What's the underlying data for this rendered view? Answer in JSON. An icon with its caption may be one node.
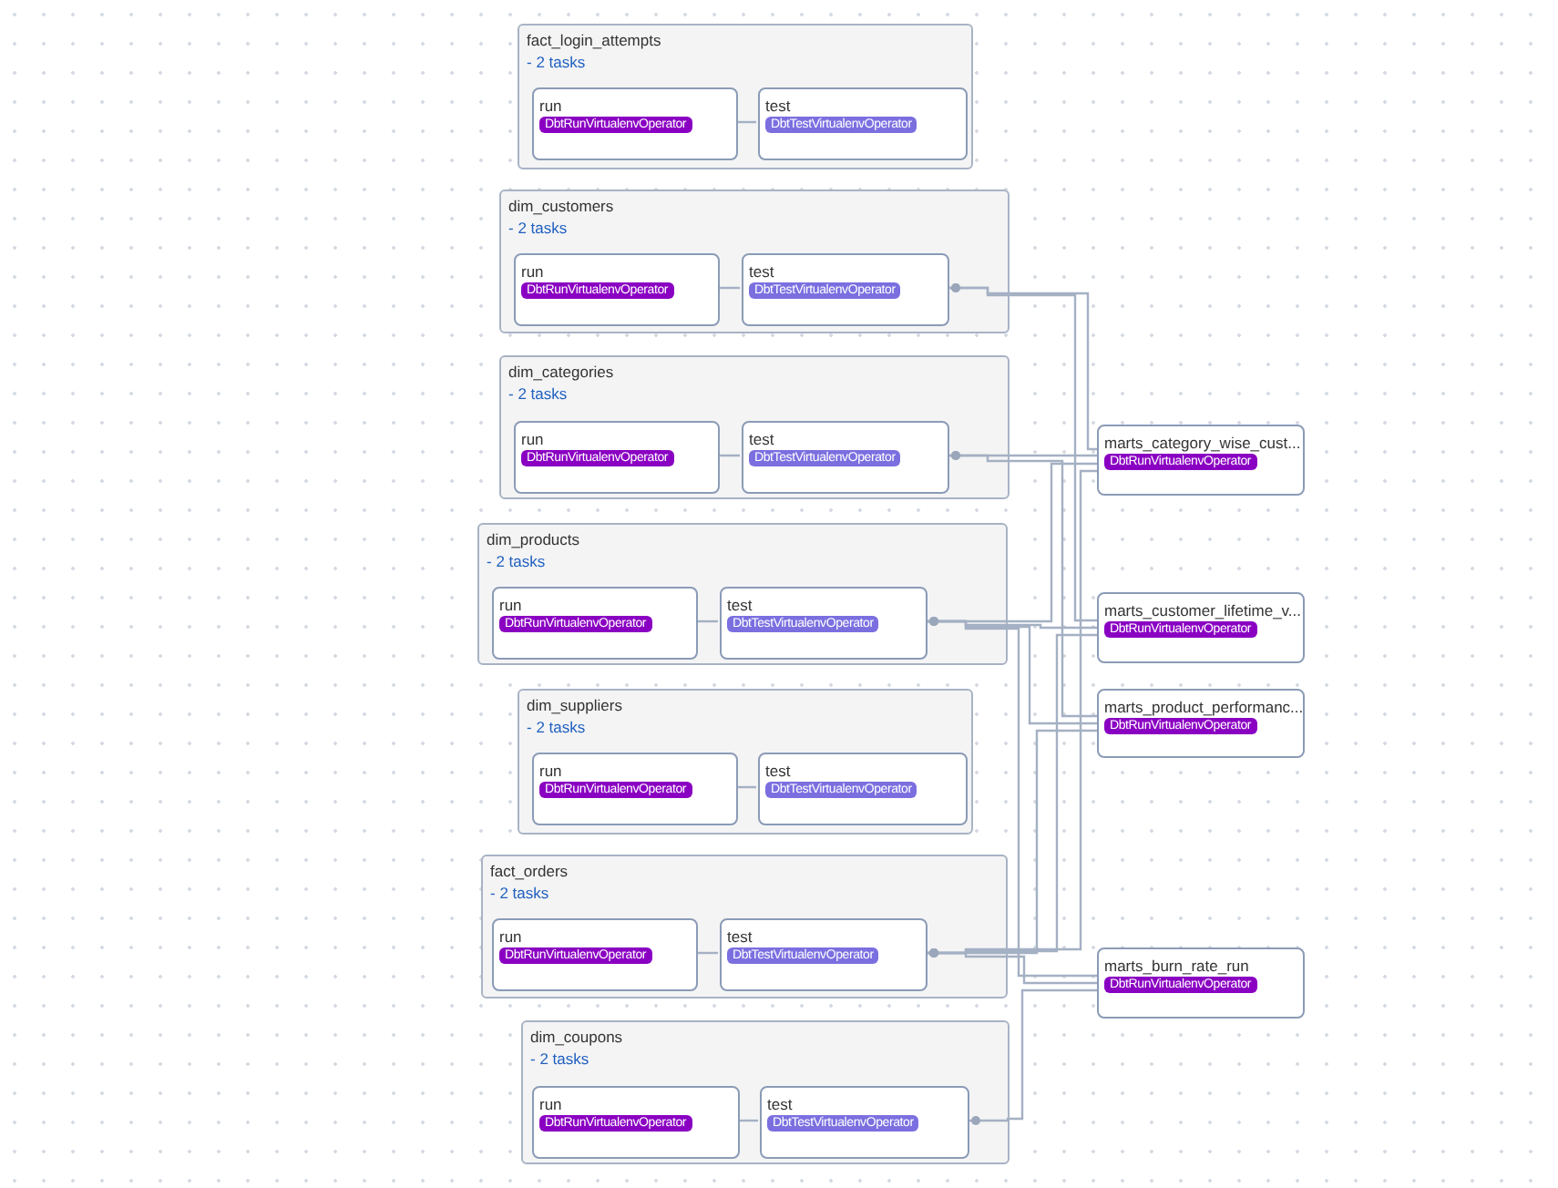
{
  "diagram": {
    "nodes": [
      {
        "text": [
          "fact_login_attempts",
          "- 2 tasks"
        ]
      },
      {
        "text": [
          "run",
          "DbtRunVirtualenvOperator"
        ],
        "in": 0
      },
      {
        "text": [
          "test",
          "DbtTestVirtualenvOperator"
        ],
        "in": 0
      },
      {
        "text": [
          "dim_customers",
          "- 2 tasks"
        ]
      },
      {
        "text": [
          "run",
          "DbtRunVirtualenvOperator"
        ],
        "in": 3
      },
      {
        "text": [
          "test",
          "DbtTestVirtualenvOperator"
        ],
        "in": 3
      },
      {
        "text": [
          "dim_categories",
          "- 2 tasks"
        ]
      },
      {
        "text": [
          "run",
          "DbtRunVirtualenvOperator"
        ],
        "in": 6
      },
      {
        "text": [
          "test",
          "DbtTestVirtualenvOperator"
        ],
        "in": 6
      },
      {
        "text": [
          "dim_products",
          "- 2 tasks"
        ]
      },
      {
        "text": [
          "run",
          "DbtRunVirtualenvOperator"
        ],
        "in": 9
      },
      {
        "text": [
          "test",
          "DbtTestVirtualenvOperator"
        ],
        "in": 9
      },
      {
        "text": [
          "dim_suppliers",
          "- 2 tasks"
        ]
      },
      {
        "text": [
          "run",
          "DbtRunVirtualenvOperator"
        ],
        "in": 12
      },
      {
        "text": [
          "test",
          "DbtTestVirtualenvOperator"
        ],
        "in": 12
      },
      {
        "text": [
          "fact_orders",
          "- 2 tasks"
        ]
      },
      {
        "text": [
          "run",
          "DbtRunVirtualenvOperator"
        ],
        "in": 15
      },
      {
        "text": [
          "test",
          "DbtTestVirtualenvOperator"
        ],
        "in": 15
      },
      {
        "text": [
          "dim_coupons",
          "- 2 tasks"
        ]
      },
      {
        "text": [
          "run",
          "DbtRunVirtualenvOperator"
        ],
        "in": 18
      },
      {
        "text": [
          "test",
          "DbtTestVirtualenvOperator"
        ],
        "in": 18
      },
      {
        "text": [
          "marts_category_wise_cust...",
          "DbtRunVirtualenvOperator"
        ]
      },
      {
        "text": [
          "marts_customer_lifetime_v...",
          "DbtRunVirtualenvOperator"
        ]
      },
      {
        "text": [
          "marts_product_performanc...",
          "DbtRunVirtualenvOperator"
        ]
      },
      {
        "text": [
          "marts_burn_rate_run",
          "DbtRunVirtualenvOperator"
        ]
      }
    ],
    "edges": [
      {
        "from": 1,
        "to": 2,
        "arrow": "none"
      },
      {
        "from": 4,
        "to": 5,
        "arrow": "none"
      },
      {
        "from": 7,
        "to": 8,
        "arrow": "none"
      },
      {
        "from": 10,
        "to": 11,
        "arrow": "none"
      },
      {
        "from": 13,
        "to": 14,
        "arrow": "none"
      },
      {
        "from": 16,
        "to": 17,
        "arrow": "none"
      },
      {
        "from": 19,
        "to": 20,
        "arrow": "none"
      },
      {
        "from": 5,
        "to": 21,
        "arrow": "other"
      },
      {
        "from": 5,
        "to": 22,
        "arrow": "other"
      },
      {
        "from": 8,
        "to": 21,
        "arrow": "other"
      },
      {
        "from": 8,
        "to": 23,
        "arrow": "other"
      },
      {
        "from": 11,
        "to": 21,
        "arrow": "other"
      },
      {
        "from": 11,
        "to": 22,
        "arrow": "other"
      },
      {
        "from": 11,
        "to": 23,
        "arrow": "other"
      },
      {
        "from": 11,
        "to": 24,
        "arrow": "other"
      },
      {
        "from": 17,
        "to": 21,
        "arrow": "other"
      },
      {
        "from": 17,
        "to": 22,
        "arrow": "other"
      },
      {
        "from": 17,
        "to": 23,
        "arrow": "other"
      },
      {
        "from": 17,
        "to": 24,
        "arrow": "other"
      },
      {
        "from": 20,
        "to": 24,
        "arrow": "other"
      }
    ]
  }
}
